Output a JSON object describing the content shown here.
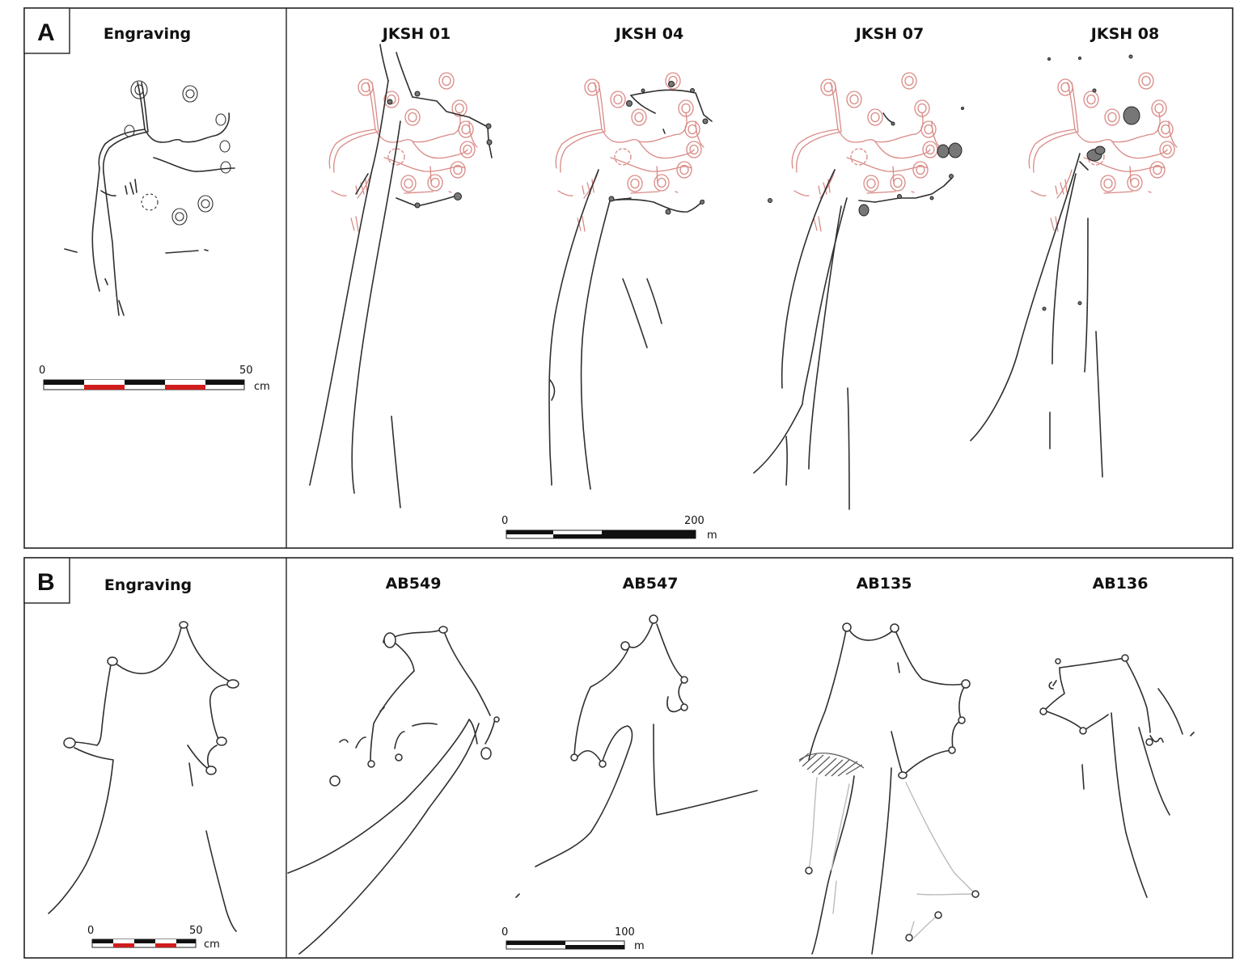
{
  "panel_a": {
    "label": "A",
    "engraving_title": "Engraving",
    "sites": [
      "JKSH 01",
      "JKSH 04",
      "JKSH 07",
      "JKSH 08"
    ],
    "engraving_scale": {
      "start": "0",
      "end": "50",
      "unit": "cm"
    },
    "map_scale": {
      "start": "0",
      "end": "200",
      "unit": "m"
    }
  },
  "panel_b": {
    "label": "B",
    "engraving_title": "Engraving",
    "sites": [
      "AB549",
      "AB547",
      "AB135",
      "AB136"
    ],
    "engraving_scale": {
      "start": "0",
      "end": "50",
      "unit": "cm"
    },
    "map_scale": {
      "start": "0",
      "end": "100",
      "unit": "m"
    }
  },
  "colors": {
    "ink": "#2f2f2f",
    "engraving_overlay": "#d98a86",
    "scale_accent": "#d01c1c",
    "faded": "#bcbcbc"
  }
}
